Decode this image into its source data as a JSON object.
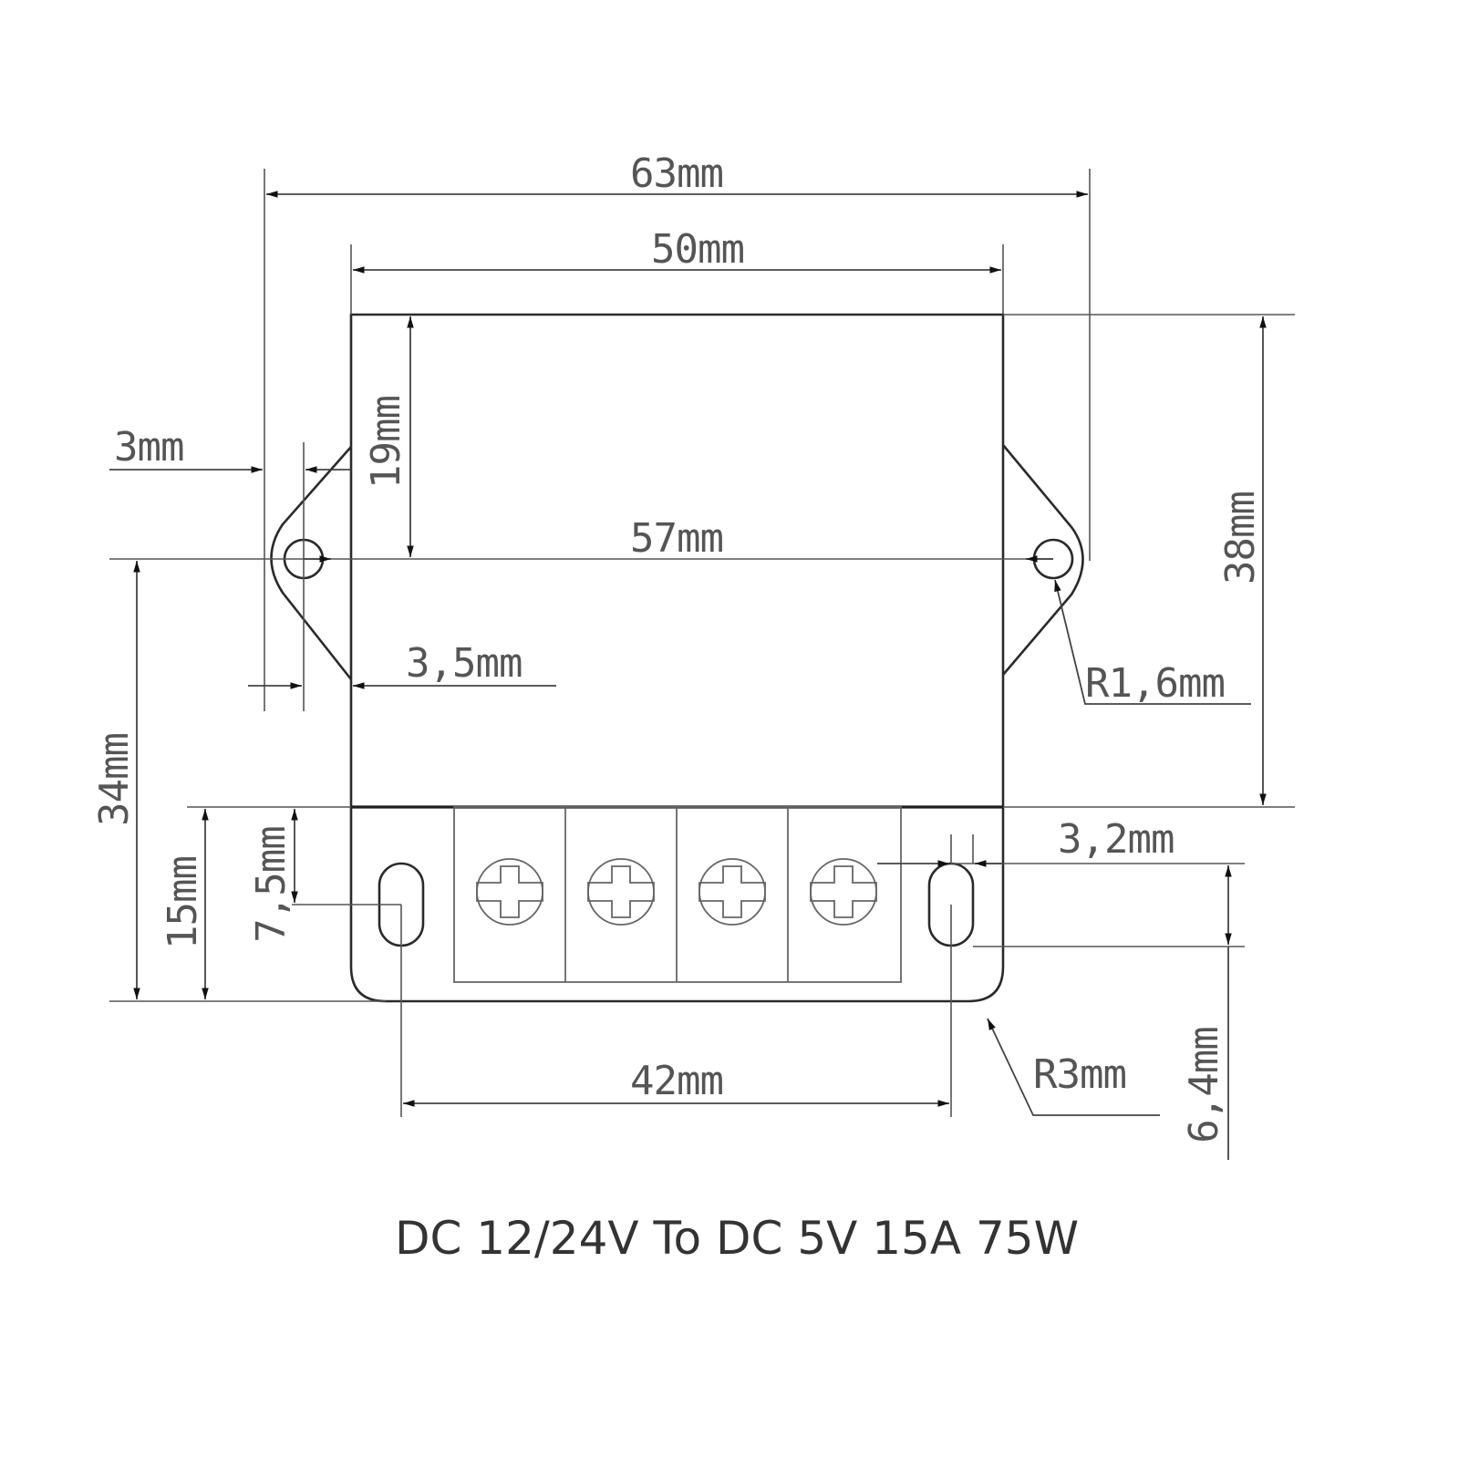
{
  "title": "DC 12/24V To DC 5V 15A 75W",
  "dimensions": {
    "overall_width": "63mm",
    "body_width": "50mm",
    "hole_spacing_top": "57mm",
    "body_height": "38mm",
    "top_to_hole": "19mm",
    "flange_hole_offset": "3mm",
    "flange_edge_offset": "3,5mm",
    "hole_radius": "R1,6mm",
    "hole_to_bottom": "34mm",
    "terminal_block_height": "15mm",
    "slot_center_offset": "7,5mm",
    "slot_width": "3,2mm",
    "slot_length": "6,4mm",
    "corner_radius": "R3mm",
    "slot_spacing": "42mm"
  },
  "components": {
    "terminal_count": 4,
    "screw_icon": "phillips-screw-icon",
    "mounting_holes": 2,
    "mounting_slots": 2
  },
  "colors": {
    "line": "#2a2a2a",
    "dimension_text": "#555555",
    "caption": "#333333",
    "background": "#ffffff"
  }
}
